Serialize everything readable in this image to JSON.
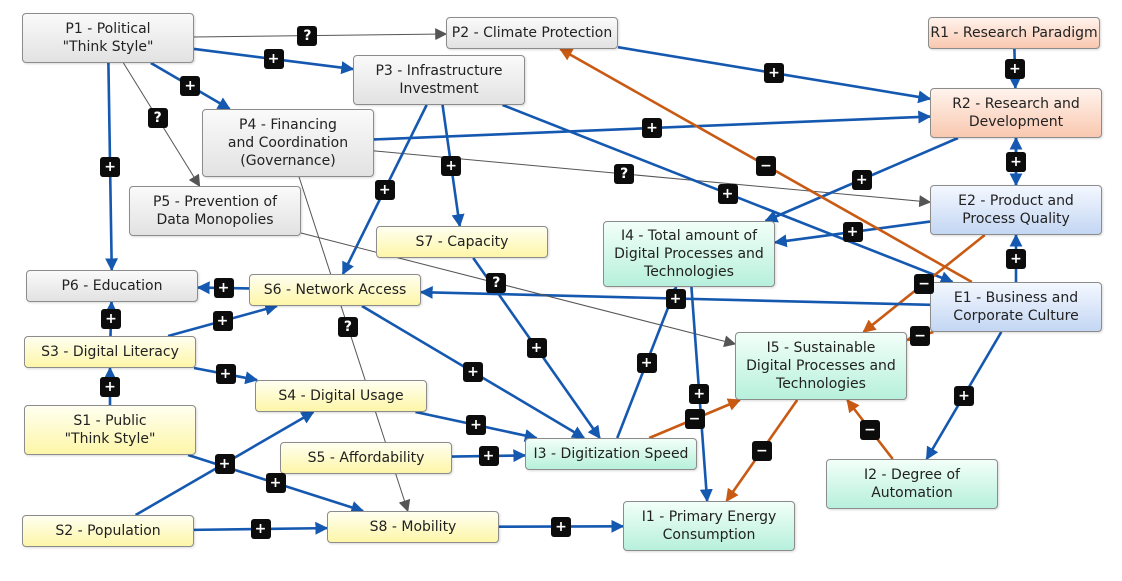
{
  "nodes": {
    "p1": "P1 - Political\n\"Think Style\"",
    "p2": "P2 - Climate Protection",
    "p3": "P3 - Infrastructure\nInvestment",
    "p4": "P4 - Financing\nand Coordination\n(Governance)",
    "p5": "P5 - Prevention of\nData Monopolies",
    "p6": "P6 - Education",
    "r1": "R1 - Research Paradigm",
    "r2": "R2 - Research and\nDevelopment",
    "e2": "E2 - Product and\nProcess Quality",
    "e1": "E1 - Business and\nCorporate Culture",
    "i4": "I4 - Total amount of\nDigital Processes and\nTechnologies",
    "i5": "I5 - Sustainable\nDigital Processes and\nTechnologies",
    "i3": "I3 - Digitization Speed",
    "i2": "I2 - Degree of\nAutomation",
    "i1": "I1 - Primary Energy\nConsumption",
    "s7": "S7 - Capacity",
    "s6": "S6 - Network Access",
    "s3": "S3 - Digital Literacy",
    "s4": "S4 - Digital Usage",
    "s1": "S1 - Public\n\"Think Style\"",
    "s5": "S5 - Affordability",
    "s2": "S2 - Population",
    "s8": "S8 - Mobility"
  },
  "polarity": {
    "positive": "+",
    "negative": "−",
    "unknown": "?"
  },
  "colors": {
    "positive": "#1558b0",
    "negative": "#c85a14",
    "unknown": "#555555"
  },
  "edges": [
    {
      "from": "p1",
      "to": "p2",
      "polarity": "unknown"
    },
    {
      "from": "p1",
      "to": "p3",
      "polarity": "positive"
    },
    {
      "from": "p1",
      "to": "p4",
      "polarity": "positive"
    },
    {
      "from": "p1",
      "to": "p5",
      "polarity": "unknown"
    },
    {
      "from": "p1",
      "to": "p6",
      "polarity": "positive"
    },
    {
      "from": "p2",
      "to": "r2",
      "polarity": "positive"
    },
    {
      "from": "r1",
      "to": "r2",
      "polarity": "positive"
    },
    {
      "from": "p4",
      "to": "r2",
      "polarity": "positive"
    },
    {
      "from": "p4",
      "to": "e2",
      "polarity": "unknown"
    },
    {
      "from": "p4",
      "to": "s8",
      "polarity": "unknown"
    },
    {
      "from": "p3",
      "to": "s6",
      "polarity": "positive"
    },
    {
      "from": "p3",
      "to": "s7",
      "polarity": "positive"
    },
    {
      "from": "p3",
      "to": "e1",
      "polarity": "positive"
    },
    {
      "from": "r2",
      "to": "e2",
      "polarity": "positive"
    },
    {
      "from": "e2",
      "to": "r2",
      "polarity": "positive"
    },
    {
      "from": "r2",
      "to": "i4",
      "polarity": "positive"
    },
    {
      "from": "e2",
      "to": "i4",
      "polarity": "positive"
    },
    {
      "from": "e2",
      "to": "i5",
      "polarity": "negative"
    },
    {
      "from": "e1",
      "to": "e2",
      "polarity": "positive"
    },
    {
      "from": "e1",
      "to": "p2",
      "polarity": "negative"
    },
    {
      "from": "e1",
      "to": "i5",
      "polarity": "negative"
    },
    {
      "from": "e1",
      "to": "i2",
      "polarity": "positive"
    },
    {
      "from": "e1",
      "to": "s6",
      "polarity": "positive"
    },
    {
      "from": "p5",
      "to": "i5",
      "polarity": "unknown"
    },
    {
      "from": "s6",
      "to": "p6",
      "polarity": "positive"
    },
    {
      "from": "s6",
      "to": "i3",
      "polarity": "positive"
    },
    {
      "from": "s7",
      "to": "i3",
      "polarity": "positive"
    },
    {
      "from": "s3",
      "to": "s6",
      "polarity": "positive"
    },
    {
      "from": "s3",
      "to": "p6",
      "polarity": "positive"
    },
    {
      "from": "s3",
      "to": "s4",
      "polarity": "positive"
    },
    {
      "from": "s1",
      "to": "s3",
      "polarity": "positive"
    },
    {
      "from": "s1",
      "to": "s8",
      "polarity": "positive"
    },
    {
      "from": "s2",
      "to": "s4",
      "polarity": "positive"
    },
    {
      "from": "s2",
      "to": "s8",
      "polarity": "positive"
    },
    {
      "from": "s4",
      "to": "i3",
      "polarity": "positive"
    },
    {
      "from": "s5",
      "to": "i3",
      "polarity": "positive"
    },
    {
      "from": "s8",
      "to": "i1",
      "polarity": "positive"
    },
    {
      "from": "i3",
      "to": "i4",
      "polarity": "positive"
    },
    {
      "from": "i3",
      "to": "i5",
      "polarity": "negative"
    },
    {
      "from": "i4",
      "to": "i1",
      "polarity": "positive"
    },
    {
      "from": "i5",
      "to": "i1",
      "polarity": "negative"
    },
    {
      "from": "i2",
      "to": "i5",
      "polarity": "negative"
    }
  ]
}
